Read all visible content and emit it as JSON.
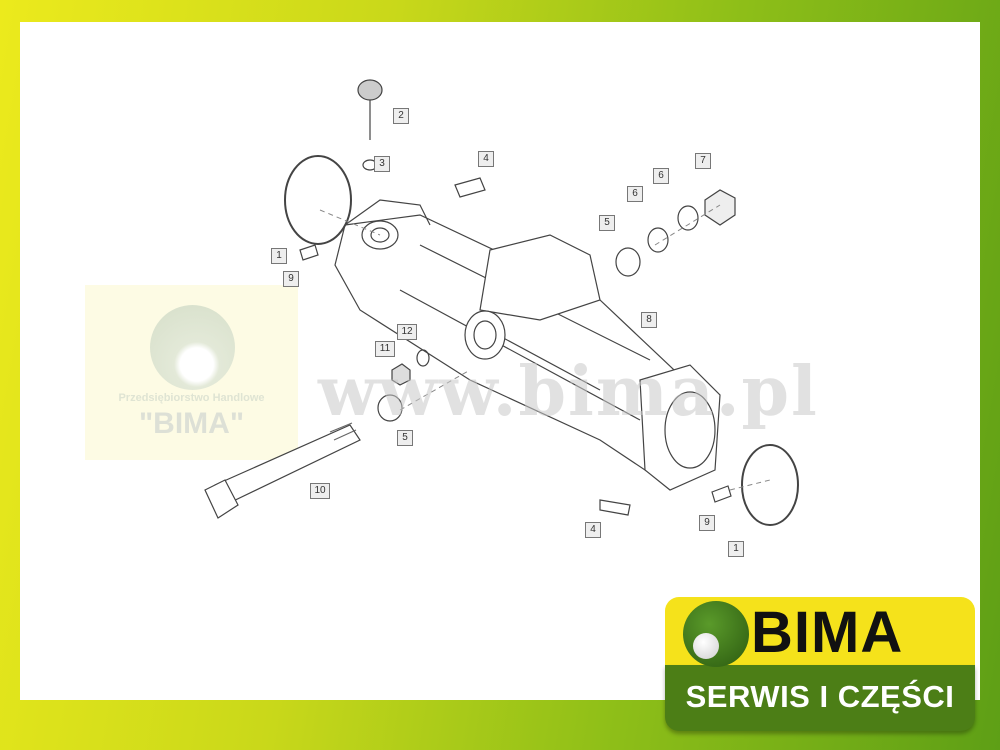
{
  "callouts": [
    {
      "id": "c2",
      "label": "2"
    },
    {
      "id": "c3",
      "label": "3"
    },
    {
      "id": "c4a",
      "label": "4"
    },
    {
      "id": "c7",
      "label": "7"
    },
    {
      "id": "c6a",
      "label": "6"
    },
    {
      "id": "c6b",
      "label": "6"
    },
    {
      "id": "c5a",
      "label": "5"
    },
    {
      "id": "c1a",
      "label": "1"
    },
    {
      "id": "c9a",
      "label": "9"
    },
    {
      "id": "c8",
      "label": "8"
    },
    {
      "id": "c12",
      "label": "12"
    },
    {
      "id": "c11",
      "label": "11"
    },
    {
      "id": "c5b",
      "label": "5"
    },
    {
      "id": "c10",
      "label": "10"
    },
    {
      "id": "c4b",
      "label": "4"
    },
    {
      "id": "c9b",
      "label": "9"
    },
    {
      "id": "c1b",
      "label": "1"
    }
  ],
  "watermark": {
    "company_line": "Przedsiębiorstwo Handlowe",
    "company_name": "\"BIMA\"",
    "url": "www.bima.pl"
  },
  "logo": {
    "name": "BIMA",
    "tagline": "SERWIS I CZĘŚCI",
    "colors": {
      "yellow": "#f5e21b",
      "green": "#4c7e16"
    }
  }
}
